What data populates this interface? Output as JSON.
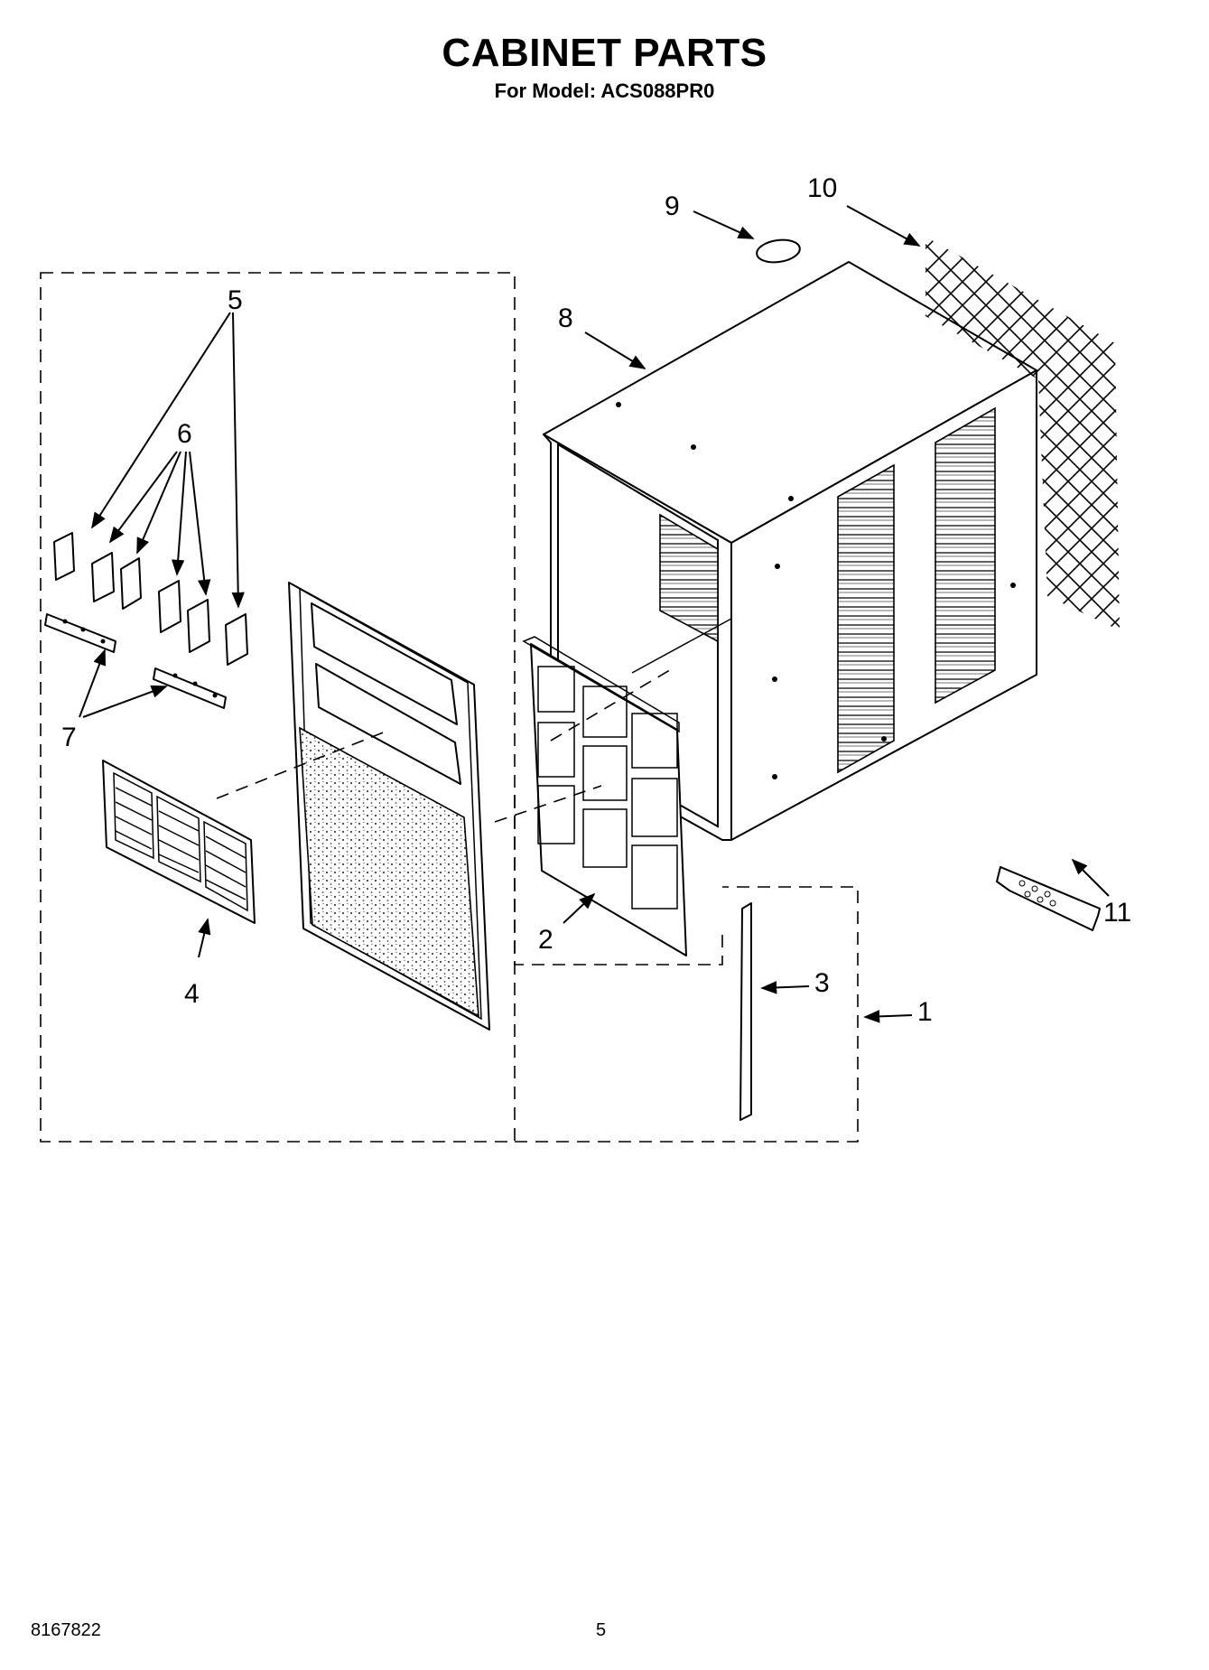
{
  "header": {
    "title": "CABINET PARTS",
    "subtitle": "For Model: ACS088PR0"
  },
  "footer": {
    "doc_number": "8167822",
    "page_number": "5"
  },
  "callouts": [
    "1",
    "2",
    "3",
    "4",
    "5",
    "6",
    "7",
    "8",
    "9",
    "10",
    "11"
  ]
}
